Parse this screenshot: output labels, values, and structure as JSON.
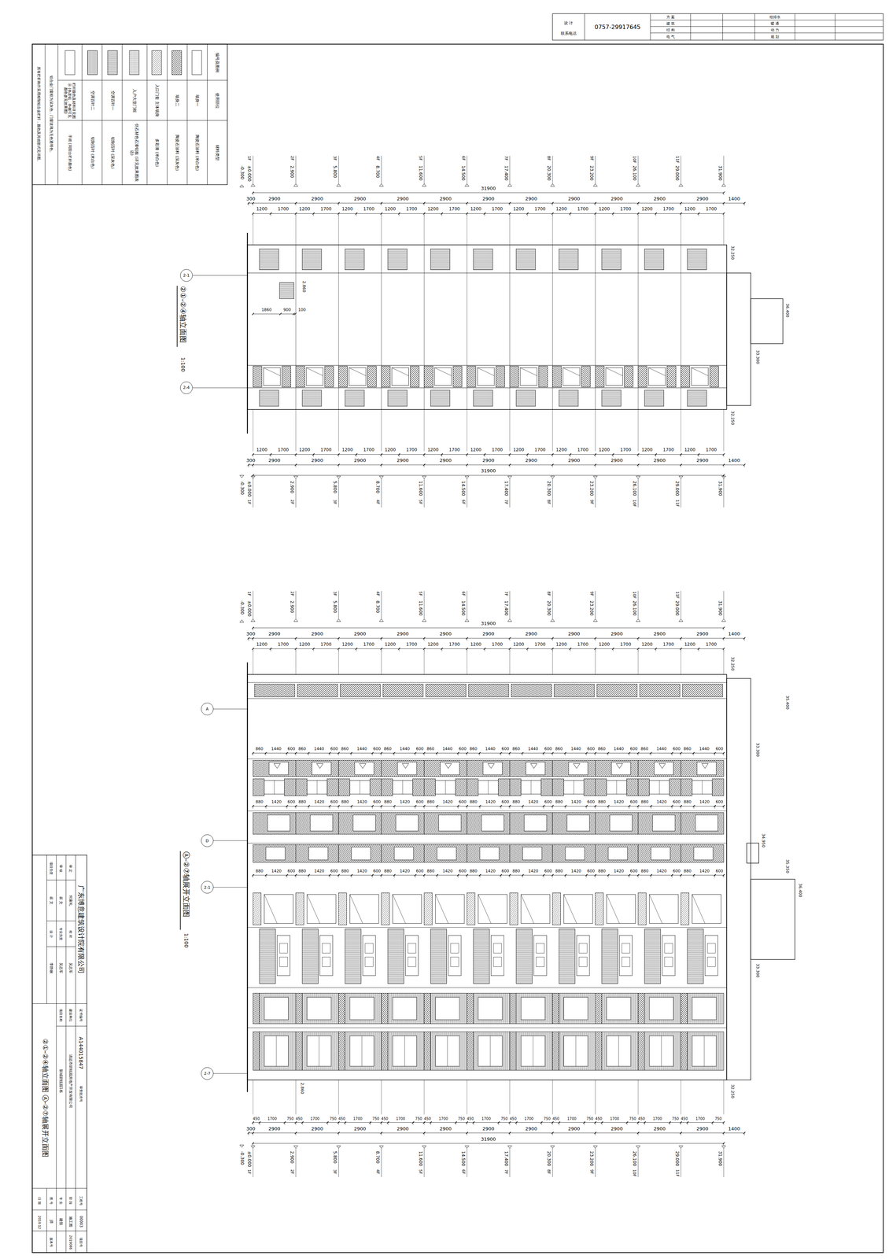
{
  "diagram": {
    "title": "②①-②④轴立面图 Ⓐ-②⑦轴展开立面图",
    "labels": [
      "设 计",
      "联系电话",
      "0757-29917645",
      "方 案",
      "建 筑",
      "结 构",
      "电 气",
      "给排水",
      "暖 通",
      "动 力",
      "规 划",
      "-0.300",
      "1F",
      "±0.000",
      "2F",
      "2.900",
      "3F",
      "5.800",
      "4F",
      "8.700",
      "5F",
      "11.600",
      "6F",
      "14.500",
      "7F",
      "17.400",
      "8F",
      "20.300",
      "9F",
      "23.200",
      "10F",
      "26.100",
      "11F",
      "29.000",
      "31.900",
      "-0.300",
      "1F",
      "±0.000",
      "2F",
      "2.900",
      "3F",
      "5.800",
      "4F",
      "8.700",
      "5F",
      "11.600",
      "6F",
      "14.500",
      "7F",
      "17.400",
      "8F",
      "20.300",
      "9F",
      "23.200",
      "10F",
      "26.100",
      "11F",
      "29.000",
      "31.900",
      "-0.300",
      "1F",
      "±0.000",
      "2F",
      "2.900",
      "3F",
      "5.800",
      "4F",
      "8.700",
      "5F",
      "11.600",
      "6F",
      "14.500",
      "7F",
      "17.400",
      "8F",
      "20.300",
      "9F",
      "23.200",
      "10F",
      "26.100",
      "11F",
      "29.000",
      "31.900",
      "-0.300",
      "1F",
      "±0.000",
      "2F",
      "2.900",
      "3F",
      "5.800",
      "4F",
      "8.700",
      "5F",
      "11.600",
      "6F",
      "14.500",
      "7F",
      "17.400",
      "8F",
      "20.300",
      "9F",
      "23.200",
      "10F",
      "26.100",
      "11F",
      "29.000",
      "31.900",
      "31900",
      "300",
      "2900",
      "2900",
      "2900",
      "2900",
      "2900",
      "2900",
      "2900",
      "2900",
      "2900",
      "2900",
      "2900",
      "1400",
      "1200",
      "1700",
      "1200",
      "1700",
      "1200",
      "1700",
      "1200",
      "1700",
      "1200",
      "1700",
      "1200",
      "1700",
      "1200",
      "1700",
      "1200",
      "1700",
      "1200",
      "1700",
      "1200",
      "1700",
      "1200",
      "1700",
      "1200",
      "1700",
      "1200",
      "1700",
      "1200",
      "1700",
      "1200",
      "1700",
      "1200",
      "1700",
      "1200",
      "1700",
      "1200",
      "1700",
      "1200",
      "1700",
      "1200",
      "1700",
      "1200",
      "1700",
      "1200",
      "1700",
      "300",
      "2900",
      "2900",
      "2900",
      "2900",
      "2900",
      "2900",
      "2900",
      "2900",
      "2900",
      "2900",
      "2900",
      "1400",
      "31900",
      "31900",
      "300",
      "2900",
      "2900",
      "2900",
      "2900",
      "2900",
      "2900",
      "2900",
      "2900",
      "2900",
      "2900",
      "2900",
      "1400",
      "1200",
      "1700",
      "1200",
      "1700",
      "1200",
      "1700",
      "1200",
      "1700",
      "1200",
      "1700",
      "1200",
      "1700",
      "1200",
      "1700",
      "1200",
      "1700",
      "1200",
      "1700",
      "1200",
      "1700",
      "1200",
      "1700",
      "860",
      "1440",
      "600",
      "860",
      "1440",
      "600",
      "860",
      "1440",
      "600",
      "860",
      "1440",
      "600",
      "860",
      "1440",
      "600",
      "860",
      "1440",
      "600",
      "860",
      "1440",
      "600",
      "860",
      "1440",
      "600",
      "860",
      "1440",
      "600",
      "860",
      "1440",
      "600",
      "860",
      "1440",
      "600",
      "880",
      "1420",
      "600",
      "880",
      "1420",
      "600",
      "880",
      "1420",
      "600",
      "880",
      "1420",
      "600",
      "880",
      "1420",
      "600",
      "880",
      "1420",
      "600",
      "880",
      "1420",
      "600",
      "880",
      "1420",
      "600",
      "880",
      "1420",
      "600",
      "880",
      "1420",
      "600",
      "880",
      "1420",
      "600",
      "880",
      "1420",
      "600",
      "880",
      "1420",
      "600",
      "880",
      "1420",
      "600",
      "880",
      "1420",
      "600",
      "880",
      "1420",
      "600",
      "880",
      "1420",
      "600",
      "880",
      "1420",
      "600",
      "880",
      "1420",
      "600",
      "880",
      "1420",
      "600",
      "880",
      "1420",
      "600",
      "880",
      "1420",
      "600",
      "450",
      "1700",
      "750",
      "450",
      "1700",
      "750",
      "450",
      "1700",
      "750",
      "450",
      "1700",
      "750",
      "450",
      "1700",
      "750",
      "450",
      "1700",
      "750",
      "450",
      "1700",
      "750",
      "450",
      "1700",
      "750",
      "450",
      "1700",
      "750",
      "450",
      "1700",
      "750",
      "450",
      "1700",
      "750",
      "300",
      "2900",
      "2900",
      "2900",
      "2900",
      "2900",
      "2900",
      "2900",
      "2900",
      "2900",
      "2900",
      "2900",
      "1400",
      "31900",
      "1860",
      "900",
      "100",
      "2.860",
      "32.250",
      "36.400",
      "33.300",
      "32.250",
      "32.250",
      "35.400",
      "33.300",
      "34.950",
      "35.350",
      "36.400",
      "33.300",
      "32.250",
      "2.860",
      "②①-②④轴立面图",
      "1:100",
      "Ⓐ-②⑦轴展开立面图",
      "1:100",
      "2-1",
      "2-4",
      "A",
      "D",
      "2-1",
      "2-7",
      "编号及图例",
      "使用部位",
      "材料类型",
      "陶瓷石涂料 (米白色)",
      "陶瓷石涂料 (深灰色)",
      "多彩漆 (米白色)",
      "仿石材色石漆铝板 (详见效果图表达)",
      "铝制百叶 (深灰色)",
      "铝制百叶 (米白色)",
      "手摇 (同阳台栏杆颜色)",
      "铝合金门窗框为深灰色，门窗玻璃为无色透明色。",
      "所有栏杆构件采用精制铝合金栏杆，颜色及其他形式见详图。",
      "广东博意建筑设计院有限公司",
      "证书编号",
      "A144015847",
      "审查批准号",
      "建设单位",
      "清远市碧桂园房地产开发有限公司",
      "项目名称",
      "新城碧桂园1栋",
      "审 定",
      "何家礼",
      "校 对",
      "吴志军",
      "审 核",
      "崔 文",
      "专业负责",
      "吴志军",
      "项目负责",
      "崔 文",
      "设 计",
      "李静娴",
      "工程号",
      "00003",
      "阶 段",
      "施工图",
      "专 业",
      "建筑",
      "图 号",
      "J8",
      "日 期",
      "2019.12",
      "项目号",
      "2019086",
      "版本号"
    ],
    "legend": [
      {
        "text": "墙身一",
        "color": "#ffffff"
      },
      {
        "text": "墙身二"
      },
      {
        "text": "入口门套 主体墙身"
      },
      {
        "text": "入户大堂门框"
      },
      {
        "text": "空调百叶一"
      },
      {
        "text": "空调百叶二"
      },
      {
        "text": "栏杆颜色及材料详见图示 (色差铝，外侧可见颜色参见效果图)"
      }
    ]
  }
}
